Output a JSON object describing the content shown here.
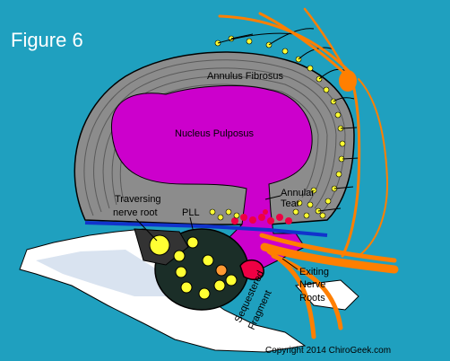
{
  "figure_title": "Figure 6",
  "labels": {
    "annulus_fibrosus": "Annulus Fibrosus",
    "nucleus_pulposus": "Nucleus Pulposus",
    "annular_tear_line1": "Annular",
    "annular_tear_line2": "Tear",
    "traversing_line1": "Traversing",
    "traversing_line2": "nerve root",
    "pll": "PLL",
    "exiting_line1": "Exiting",
    "exiting_line2": "Nerve",
    "exiting_line3": "Roots",
    "sequestered_line1": "Sequestered",
    "sequestered_line2": "Fragment"
  },
  "copyright": "Copyright 2014 ChiroGeek.com",
  "colors": {
    "background": "#1fa0bf",
    "annulus": "#8c8c8c",
    "nucleus": "#cc00cc",
    "nerve": "#ff7f00",
    "nerve_ending": "#ffff33",
    "ligament": "#1133cc",
    "canal": "#1b2e28",
    "sequestered_fragment": "#ee0044",
    "bone": "#ffffff"
  }
}
